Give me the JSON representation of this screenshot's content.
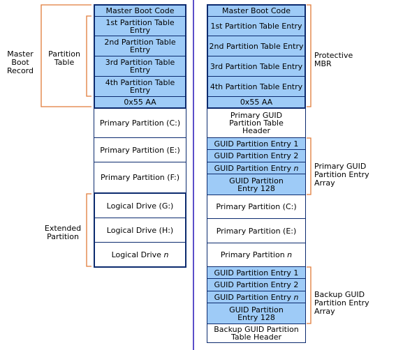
{
  "left_column": {
    "mbr": [
      "Master Boot Code",
      "1st Partition Table Entry",
      "2nd Partition Table Entry",
      "3rd Partition Table Entry",
      "4th Partition Table Entry",
      "0x55 AA"
    ],
    "primary": [
      "Primary Partition (C:)",
      "Primary Partition (E:)",
      "Primary Partition (F:)"
    ],
    "logical": [
      "Logical Drive (G:)",
      "Logical Drive (H:)"
    ],
    "logical_n_prefix": "Logical Drive ",
    "logical_n_var": "n"
  },
  "right_column": {
    "mbr": [
      "Master Boot Code",
      "1st Partition Table Entry",
      "2nd Partition Table Entry",
      "3rd Partition Table Entry",
      "4th Partition Table Entry",
      "0x55 AA"
    ],
    "primary_header": "Primary GUID Partition Table Header",
    "primary_entries": [
      "GUID Partition Entry 1",
      "GUID Partition Entry 2"
    ],
    "entry_n_prefix": "GUID Partition Entry ",
    "entry_n_var": "n",
    "entry_128": "GUID Partition Entry 128",
    "partitions": [
      "Primary Partition (C:)",
      "Primary Partition (E:)"
    ],
    "partition_n_prefix": "Primary Partition ",
    "partition_n_var": "n",
    "backup_entries": [
      "GUID Partition Entry 1",
      "GUID Partition Entry 2"
    ],
    "backup_entry_128": "GUID Partition Entry 128",
    "backup_header": "Backup GUID Partition Table Header"
  },
  "labels": {
    "master_boot_record": "Master Boot Record",
    "partition_table": "Partition Table",
    "extended_partition": "Extended Partition",
    "protective_mbr": "Protective MBR",
    "primary_array": "Primary GUID Partition Entry Array",
    "backup_array": "Backup GUID Partition Entry Array"
  },
  "colors": {
    "cell_fill": "#9ecbf7",
    "border": "#0b2a6e",
    "bracket": "#e07b39",
    "divider": "#5b4fc9"
  }
}
